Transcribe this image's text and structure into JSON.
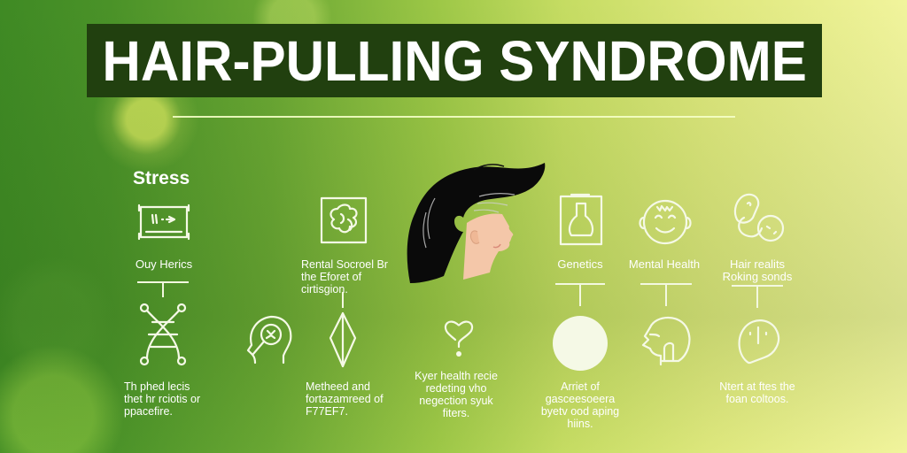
{
  "title": "HAIR-PULLING SYNDROME",
  "colors": {
    "title_bg": "#21400f",
    "title_text": "#ffffff",
    "bg_left": "#3f8a24",
    "bg_right": "#f1f49c",
    "line_color": "#f5f9e6"
  },
  "top_row": [
    {
      "heading": "Stress",
      "icon": "tablet-screen-icon",
      "label": "Ouy Herics"
    },
    {
      "icon": "brain-frame-icon",
      "label": "Rental Socroel Br the Eforet of cirtisgion."
    },
    {
      "icon": "woman-profile-hair-illustration",
      "label": ""
    },
    {
      "icon": "flask-icon",
      "label": "Genetics"
    },
    {
      "icon": "smiling-face-icon",
      "label": "Mental Health"
    },
    {
      "icon": "hand-hair-icon",
      "label": "Hair realits Roking sonds"
    }
  ],
  "bottom_row": [
    {
      "icon": "dna-icon",
      "text": "Th phed lecis thet hr rciotis or ppacefire."
    },
    {
      "icon": "head-magnifier-icon",
      "text": ""
    },
    {
      "icon": "diamond-icon",
      "text": "Metheed and fortazamreed of F77EF7."
    },
    {
      "icon": "heart-question-icon",
      "text": "Kyer health recie redeting vho negection syuk fiters."
    },
    {
      "icon": "plus-circle-icon",
      "text": "Arriet of gasceesoeera byetv ood aping hiins."
    },
    {
      "icon": "head-profile-icon",
      "text": ""
    },
    {
      "icon": "speech-bubble-icon",
      "text": "Ntert at ftes the foan coltoos."
    }
  ]
}
